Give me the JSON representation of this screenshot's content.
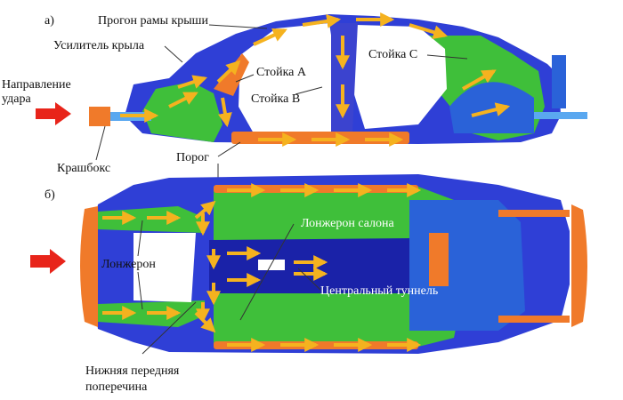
{
  "diagram": {
    "panel_a_label": "а)",
    "panel_b_label": "б)",
    "labels": {
      "roof_rail": "Прогон рамы крыши",
      "fender_reinforcement": "Усилитель крыла",
      "pillar_a": "Стойка А",
      "pillar_b": "Стойка В",
      "pillar_c": "Стойка С",
      "impact_direction_line1": "Направление",
      "impact_direction_line2": "удара",
      "crashbox": "Крашбокс",
      "sill": "Порог",
      "cabin_longeron": "Лонжерон салона",
      "longeron": "Лонжерон",
      "central_tunnel": "Центральный туннель",
      "lower_cross_line1": "Нижняя передняя",
      "lower_cross_line2": "поперечина"
    }
  },
  "colors": {
    "body_blue": "#2f3fd6",
    "deep_blue": "#1a22a8",
    "panel_green": "#3fbf3a",
    "light_blue": "#3f7fe6",
    "orange": "#f07a2a",
    "arrow": "#f5b21f",
    "impact_arrow": "#e8241a"
  }
}
